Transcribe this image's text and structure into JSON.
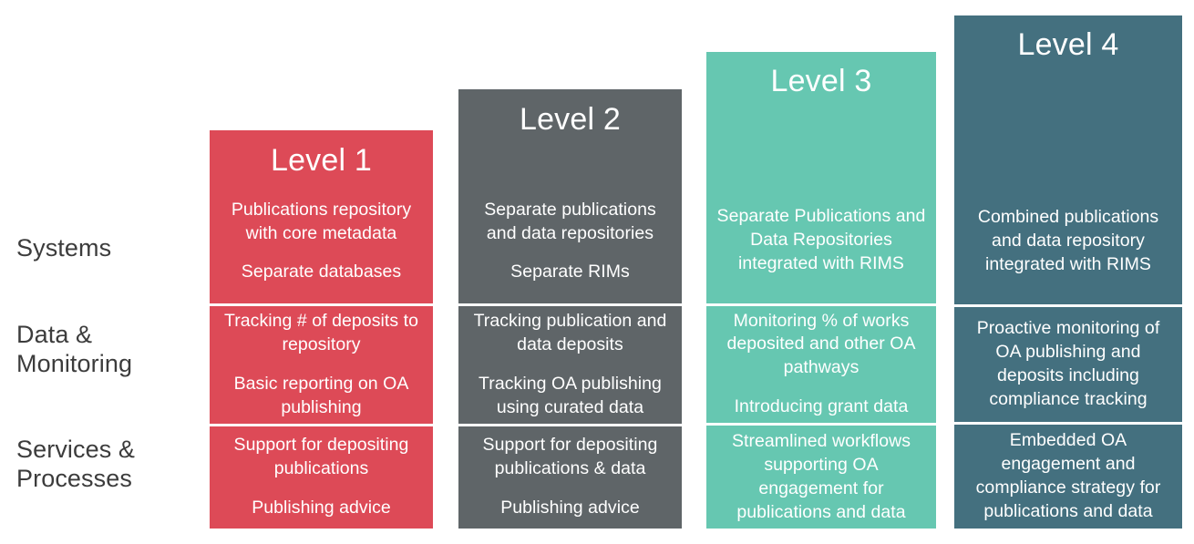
{
  "diagram": {
    "kind": "maturity-model-matrix",
    "row_labels": [
      "Systems",
      "Data &\nMonitoring",
      "Services &\nProcesses"
    ],
    "rows": [
      {
        "id": "systems",
        "label": "Systems"
      },
      {
        "id": "monitoring",
        "label_line1": "Data &",
        "label_line2": "Monitoring"
      },
      {
        "id": "services",
        "label_line1": "Services &",
        "label_line2": "Processes"
      }
    ],
    "colors": {
      "level_1": "#dd4a57",
      "level_2": "#5f6568",
      "level_3": "#66c7b1",
      "level_4": "#44707f",
      "text_on_fill": "#ffffff",
      "row_label_text": "#3c3c3c",
      "background": "#ffffff",
      "divider": "#ffffff"
    },
    "levels": [
      {
        "id": "level-1",
        "title": "Level 1",
        "color": "#dd4a57",
        "cells": {
          "systems": [
            "Publications repository with core metadata",
            "Separate databases"
          ],
          "monitoring": [
            "Tracking # of deposits to repository",
            "Basic reporting on OA publishing"
          ],
          "services": [
            "Support for depositing publications",
            "Publishing advice"
          ]
        }
      },
      {
        "id": "level-2",
        "title": "Level 2",
        "color": "#5f6568",
        "cells": {
          "systems": [
            "Separate publications and data repositories",
            "Separate RIMs"
          ],
          "monitoring": [
            "Tracking publication and data deposits",
            "Tracking OA publishing using curated data"
          ],
          "services": [
            "Support for depositing publications & data",
            "Publishing advice"
          ]
        }
      },
      {
        "id": "level-3",
        "title": "Level 3",
        "color": "#66c7b1",
        "cells": {
          "systems": [
            "Separate Publications and Data Repositories integrated with RIMS"
          ],
          "monitoring": [
            "Monitoring % of works deposited and other OA pathways",
            "Introducing grant data"
          ],
          "services": [
            "Streamlined workflows supporting OA engagement for publications and data"
          ]
        }
      },
      {
        "id": "level-4",
        "title": "Level 4",
        "color": "#44707f",
        "cells": {
          "systems": [
            "Combined publications and data repository integrated with RIMS"
          ],
          "monitoring": [
            "Proactive monitoring of OA publishing and deposits including compliance tracking"
          ],
          "services": [
            "Embedded OA engagement and compliance strategy for publications and data"
          ]
        }
      }
    ]
  }
}
